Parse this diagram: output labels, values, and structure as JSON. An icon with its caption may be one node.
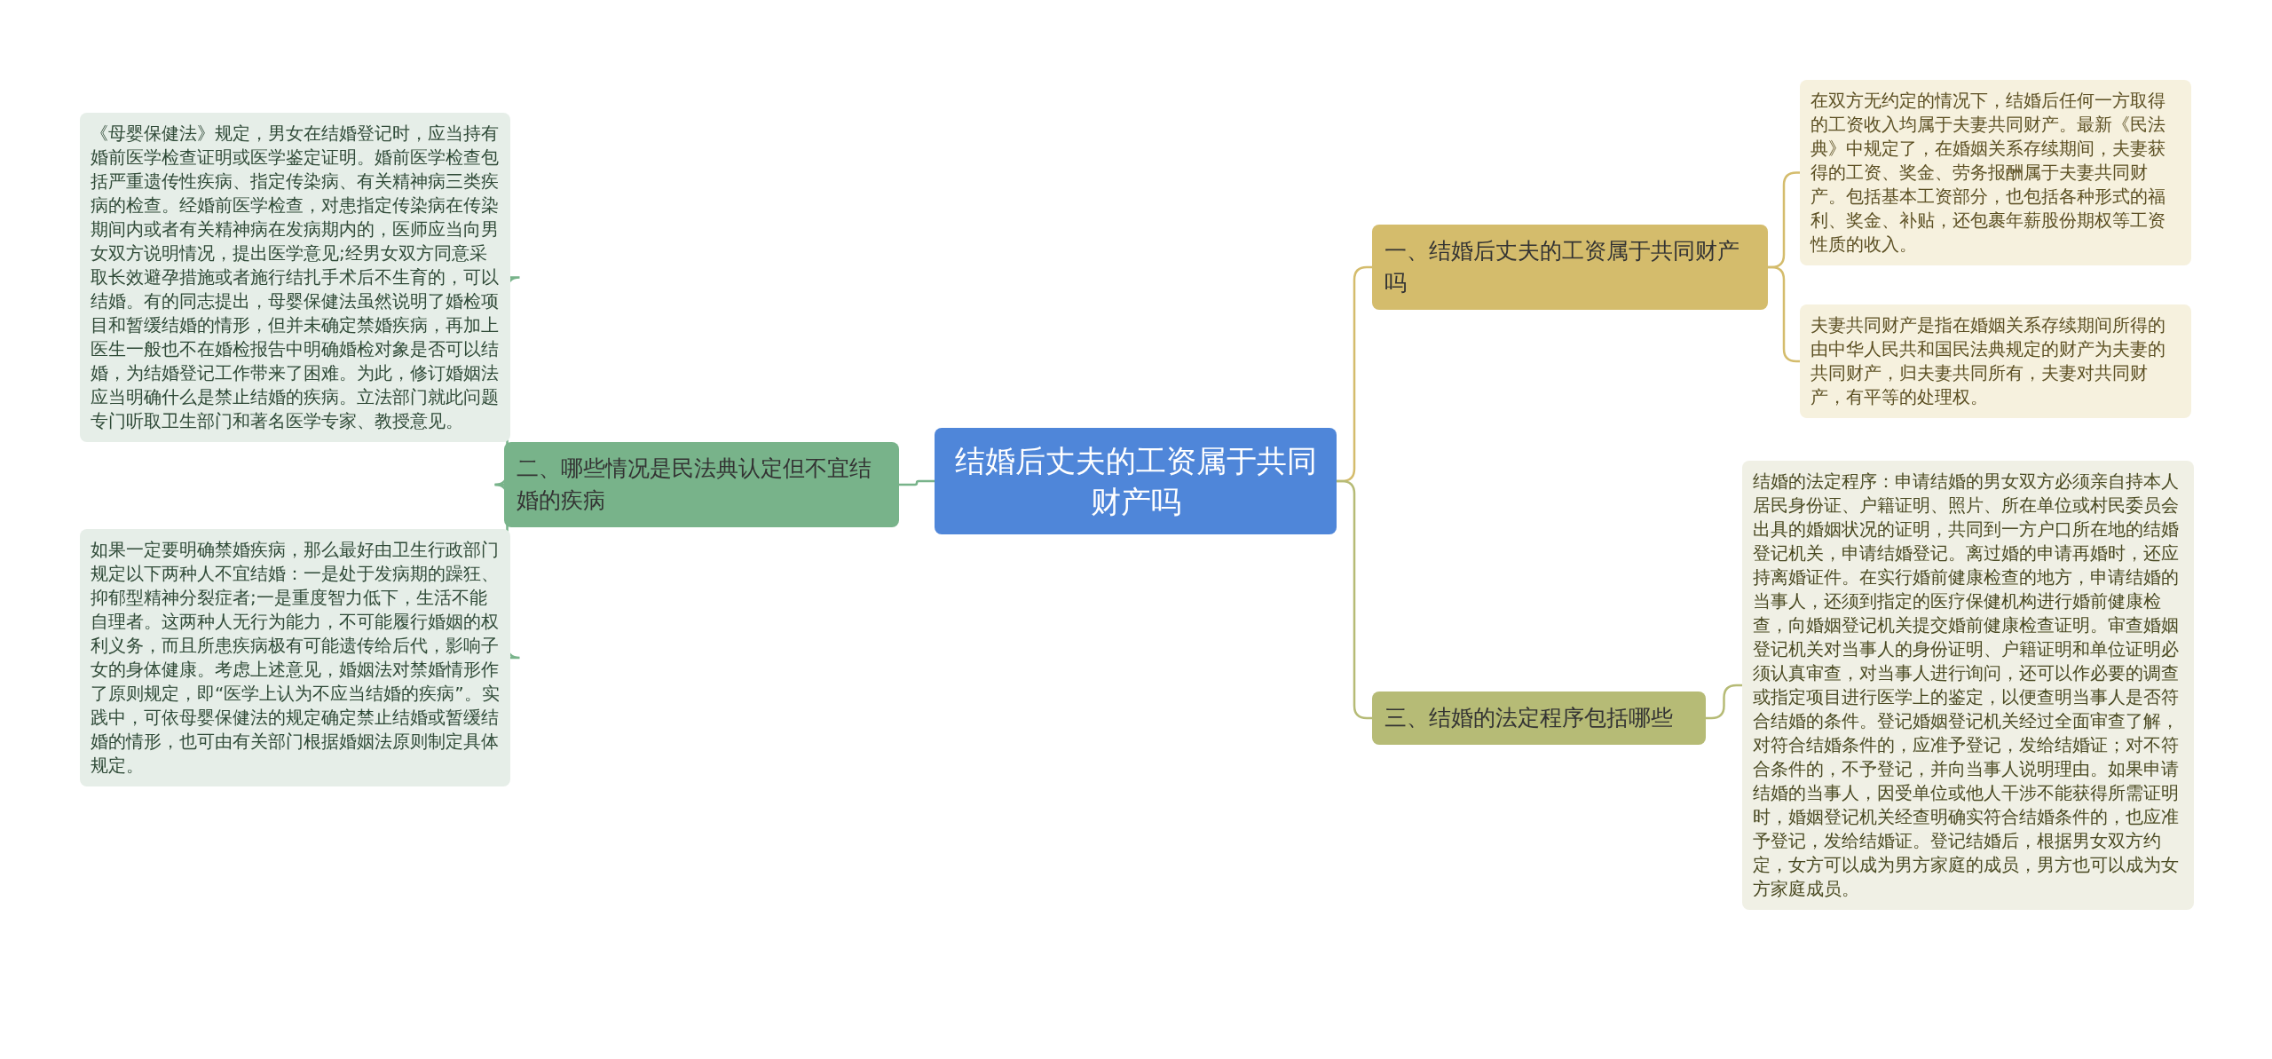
{
  "diagram": {
    "nodes": [
      {
        "text": [
          "结婚后丈夫的工资属于共同财产吗"
        ]
      },
      {
        "text": [
          "一、结婚后丈夫的工资属于共同财产吗"
        ]
      },
      {
        "text": [
          "在双方无约定的情况下，结婚后任何一方取得的工资收入均属于夫妻共同财产。最新《民法典》中规定了，在婚姻关系存续期间，夫妻获得的工资、奖金、劳务报酬属于夫妻共同财产。包括基本工资部分，也包括各种形式的福利、奖金、补贴，还包裹年薪股份期权等工资性质的收入。"
        ]
      },
      {
        "text": [
          "夫妻共同财产是指在婚姻关系存续期间所得的由中华人民共和国民法典规定的财产为夫妻的共同财产，归夫妻共同所有，夫妻对共同财产，有平等的处理权。"
        ]
      },
      {
        "text": [
          "三、结婚的法定程序包括哪些"
        ]
      },
      {
        "text": [
          "结婚的法定程序：申请结婚的男女双方必须亲自持本人居民身份证、户籍证明、照片、所在单位或村民委员会出具的婚姻状况的证明，共同到一方户口所在地的结婚登记机关，申请结婚登记。离过婚的申请再婚时，还应持离婚证件。在实行婚前健康检查的地方，申请结婚的当事人，还须到指定的医疗保健机构进行婚前健康检查，向婚姻登记机关提交婚前健康检查证明。审查婚姻登记机关对当事人的身份证明、户籍证明和单位证明必须认真审查，对当事人进行询问，还可以作必要的调查或指定项目进行医学上的鉴定，以便查明当事人是否符合结婚的条件。登记婚姻登记机关经过全面审查了解，对符合结婚条件的，应准予登记，发给结婚证；对不符合条件的，不予登记，并向当事人说明理由。如果申请结婚的当事人，因受单位或他人干涉不能获得所需证明时，婚姻登记机关经查明确实符合结婚条件的，也应准予登记，发给结婚证。登记结婚后，根据男女双方约定，女方可以成为男方家庭的成员，男方也可以成为女方家庭成员。"
        ]
      },
      {
        "text": [
          "二、哪些情况是民法典认定但不宜结婚的疾病"
        ]
      },
      {
        "text": [
          "《母婴保健法》规定，男女在结婚登记时，应当持有婚前医学检查证明或医学鉴定证明。婚前医学检查包括严重遗传性疾病、指定传染病、有关精神病三类疾病的检查。经婚前医学检查，对患指定传染病在传染期间内或者有关精神病在发病期内的，医师应当向男女双方说明情况，提出医学意见;经男女双方同意采取长效避孕措施或者施行结扎手术后不生育的，可以结婚。有的同志提出，母婴保健法虽然说明了婚检项目和暂缓结婚的情形，但并未确定禁婚疾病，再加上医生一般也不在婚检报告中明确婚检对象是否可以结婚，为结婚登记工作带来了困难。为此，修订婚姻法应当明确什么是禁止结婚的疾病。立法部门就此问题专门听取卫生部门和著名医学专家、教授意见。"
        ]
      },
      {
        "text": [
          "如果一定要明确禁婚疾病，那么最好由卫生行政部门规定以下两种人不宜结婚：一是处于发病期的躁狂、抑郁型精神分裂症者;一是重度智力低下，生活不能自理者。这两种人无行为能力，不可能履行婚姻的权利义务，而且所患疾病极有可能遗传给后代，影响子女的身体健康。考虑上述意见，婚姻法对禁婚情形作了原则规定，即“医学上认为不应当结婚的疾病”。实践中，可依母婴保健法的规定确定禁止结婚或暂缓结婚的情形，也可由有关部门根据婚姻法原则制定具体规定。"
        ]
      }
    ],
    "edges": [
      {
        "from": 0,
        "to": 1,
        "arrow": "none",
        "color": "#d4bc6c"
      },
      {
        "from": 1,
        "to": 2,
        "arrow": "none",
        "color": "#d4bc6c"
      },
      {
        "from": 1,
        "to": 3,
        "arrow": "none",
        "color": "#d4bc6c"
      },
      {
        "from": 0,
        "to": 4,
        "arrow": "none",
        "color": "#b6bb76"
      },
      {
        "from": 4,
        "to": 5,
        "arrow": "none",
        "color": "#b6bb76"
      },
      {
        "from": 0,
        "to": 6,
        "arrow": "none",
        "color": "#78b38a"
      },
      {
        "from": 6,
        "to": 7,
        "arrow": "none",
        "color": "#78b38a"
      },
      {
        "from": 6,
        "to": 8,
        "arrow": "none",
        "color": "#78b38a"
      }
    ]
  }
}
